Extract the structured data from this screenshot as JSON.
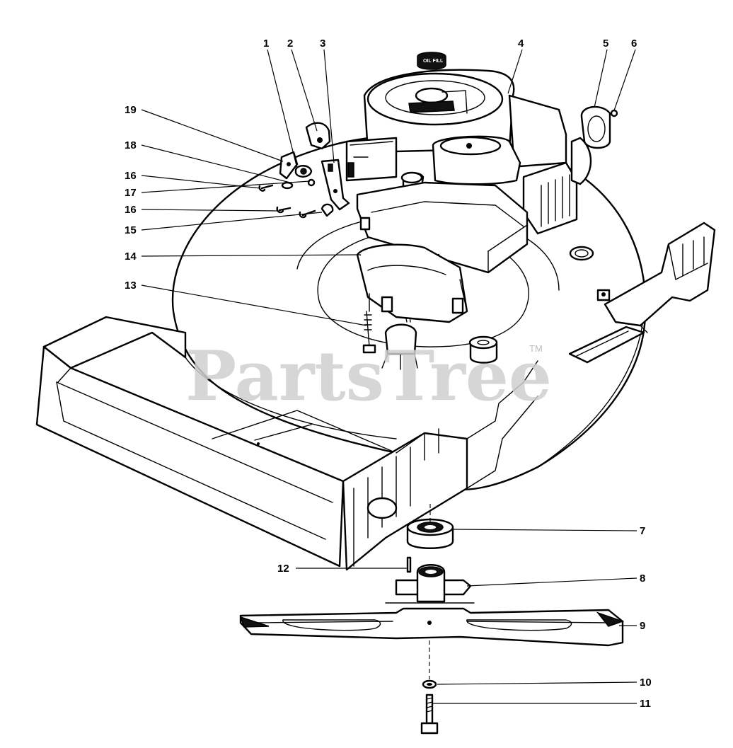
{
  "watermark": {
    "brand": "PartsTree",
    "trademark": "TM"
  },
  "engine_cap_text": "OIL FILL",
  "callouts": {
    "c1": "1",
    "c2": "2",
    "c3": "3",
    "c4": "4",
    "c5": "5",
    "c6": "6",
    "c7": "7",
    "c8": "8",
    "c9": "9",
    "c10": "10",
    "c11": "11",
    "c12": "12",
    "c13": "13",
    "c14": "14",
    "c15": "15",
    "c16a": "16",
    "c16b": "16",
    "c17": "17",
    "c18": "18",
    "c19": "19"
  }
}
